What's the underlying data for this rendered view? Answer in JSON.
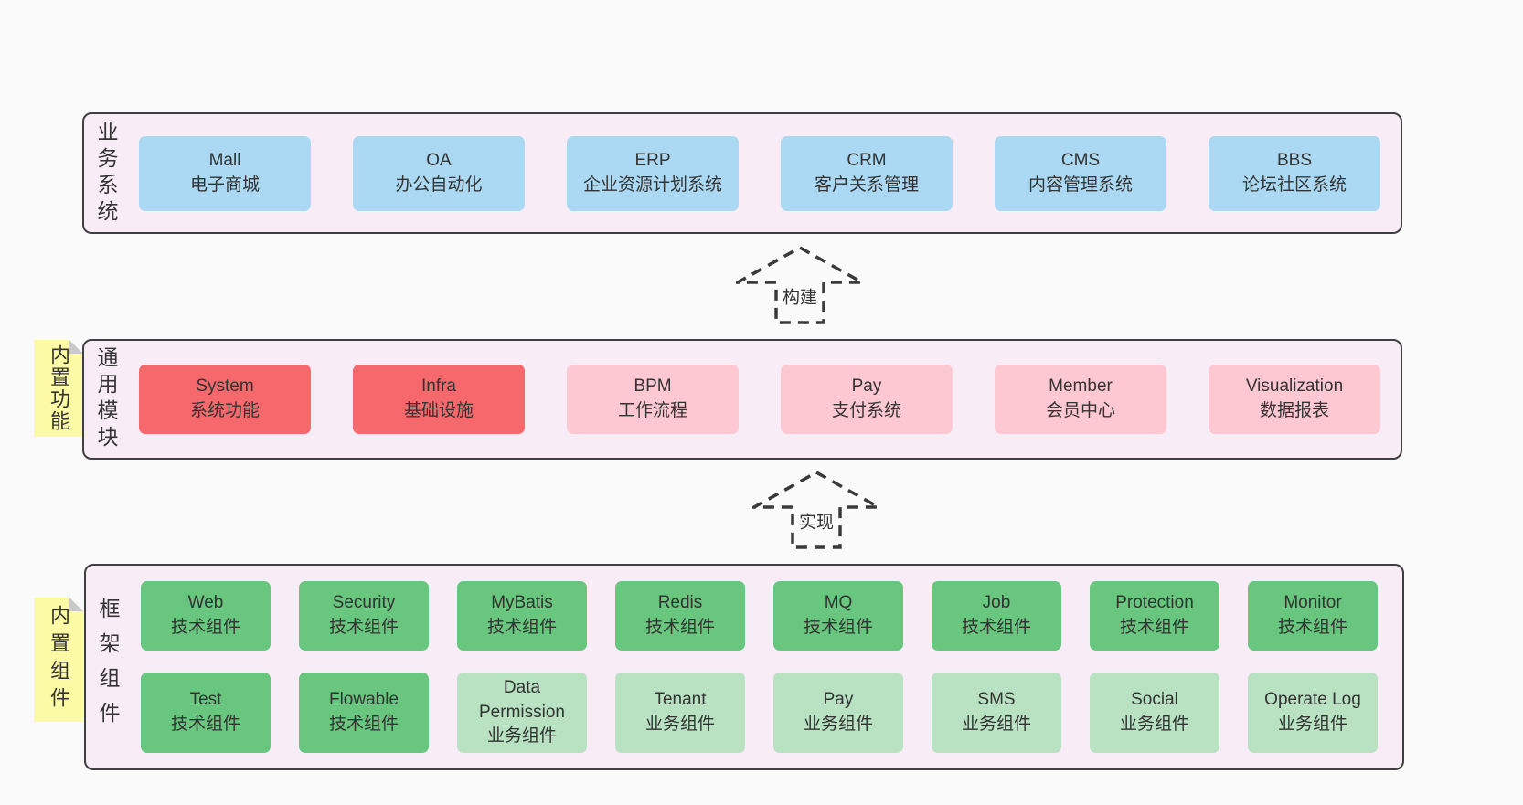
{
  "diagram": {
    "colors": {
      "blue": "#abd9f3",
      "red": "#f5696d",
      "pink": "#fdc8d2",
      "green": "#68c67e",
      "lightgreen": "#b8e2c2",
      "container_fill": "#f8edf6",
      "container_border": "#3f3f3f",
      "sticky_fill": "#fcfaa5",
      "page_background": "#fafafa"
    },
    "arrows": [
      {
        "label": "构建"
      },
      {
        "label": "实现"
      }
    ],
    "layers": [
      {
        "id": "business-systems",
        "side_label": "业务系统",
        "sticky_label": null,
        "rows": [
          [
            {
              "title": "Mall",
              "subtitle": "电子商城",
              "variant": "blue"
            },
            {
              "title": "OA",
              "subtitle": "办公自动化",
              "variant": "blue"
            },
            {
              "title": "ERP",
              "subtitle": "企业资源计划系统",
              "variant": "blue"
            },
            {
              "title": "CRM",
              "subtitle": "客户关系管理",
              "variant": "blue"
            },
            {
              "title": "CMS",
              "subtitle": "内容管理系统",
              "variant": "blue"
            },
            {
              "title": "BBS",
              "subtitle": "论坛社区系统",
              "variant": "blue"
            }
          ]
        ]
      },
      {
        "id": "common-modules",
        "side_label": "通用模块",
        "sticky_label": "内置功能",
        "rows": [
          [
            {
              "title": "System",
              "subtitle": "系统功能",
              "variant": "red"
            },
            {
              "title": "Infra",
              "subtitle": "基础设施",
              "variant": "red"
            },
            {
              "title": "BPM",
              "subtitle": "工作流程",
              "variant": "pink"
            },
            {
              "title": "Pay",
              "subtitle": "支付系统",
              "variant": "pink"
            },
            {
              "title": "Member",
              "subtitle": "会员中心",
              "variant": "pink"
            },
            {
              "title": "Visualization",
              "subtitle": "数据报表",
              "variant": "pink"
            }
          ]
        ]
      },
      {
        "id": "framework-components",
        "side_label": "框架组件",
        "sticky_label": "内置组件",
        "rows": [
          [
            {
              "title": "Web",
              "subtitle": "技术组件",
              "variant": "green"
            },
            {
              "title": "Security",
              "subtitle": "技术组件",
              "variant": "green"
            },
            {
              "title": "MyBatis",
              "subtitle": "技术组件",
              "variant": "green"
            },
            {
              "title": "Redis",
              "subtitle": "技术组件",
              "variant": "green"
            },
            {
              "title": "MQ",
              "subtitle": "技术组件",
              "variant": "green"
            },
            {
              "title": "Job",
              "subtitle": "技术组件",
              "variant": "green"
            },
            {
              "title": "Protection",
              "subtitle": "技术组件",
              "variant": "green"
            },
            {
              "title": "Monitor",
              "subtitle": "技术组件",
              "variant": "green"
            }
          ],
          [
            {
              "title": "Test",
              "subtitle": "技术组件",
              "variant": "green"
            },
            {
              "title": "Flowable",
              "subtitle": "技术组件",
              "variant": "green"
            },
            {
              "title": "Data Permission",
              "subtitle": "业务组件",
              "variant": "lightgreen"
            },
            {
              "title": "Tenant",
              "subtitle": "业务组件",
              "variant": "lightgreen"
            },
            {
              "title": "Pay",
              "subtitle": "业务组件",
              "variant": "lightgreen"
            },
            {
              "title": "SMS",
              "subtitle": "业务组件",
              "variant": "lightgreen"
            },
            {
              "title": "Social",
              "subtitle": "业务组件",
              "variant": "lightgreen"
            },
            {
              "title": "Operate Log",
              "subtitle": "业务组件",
              "variant": "lightgreen"
            }
          ]
        ]
      }
    ]
  }
}
